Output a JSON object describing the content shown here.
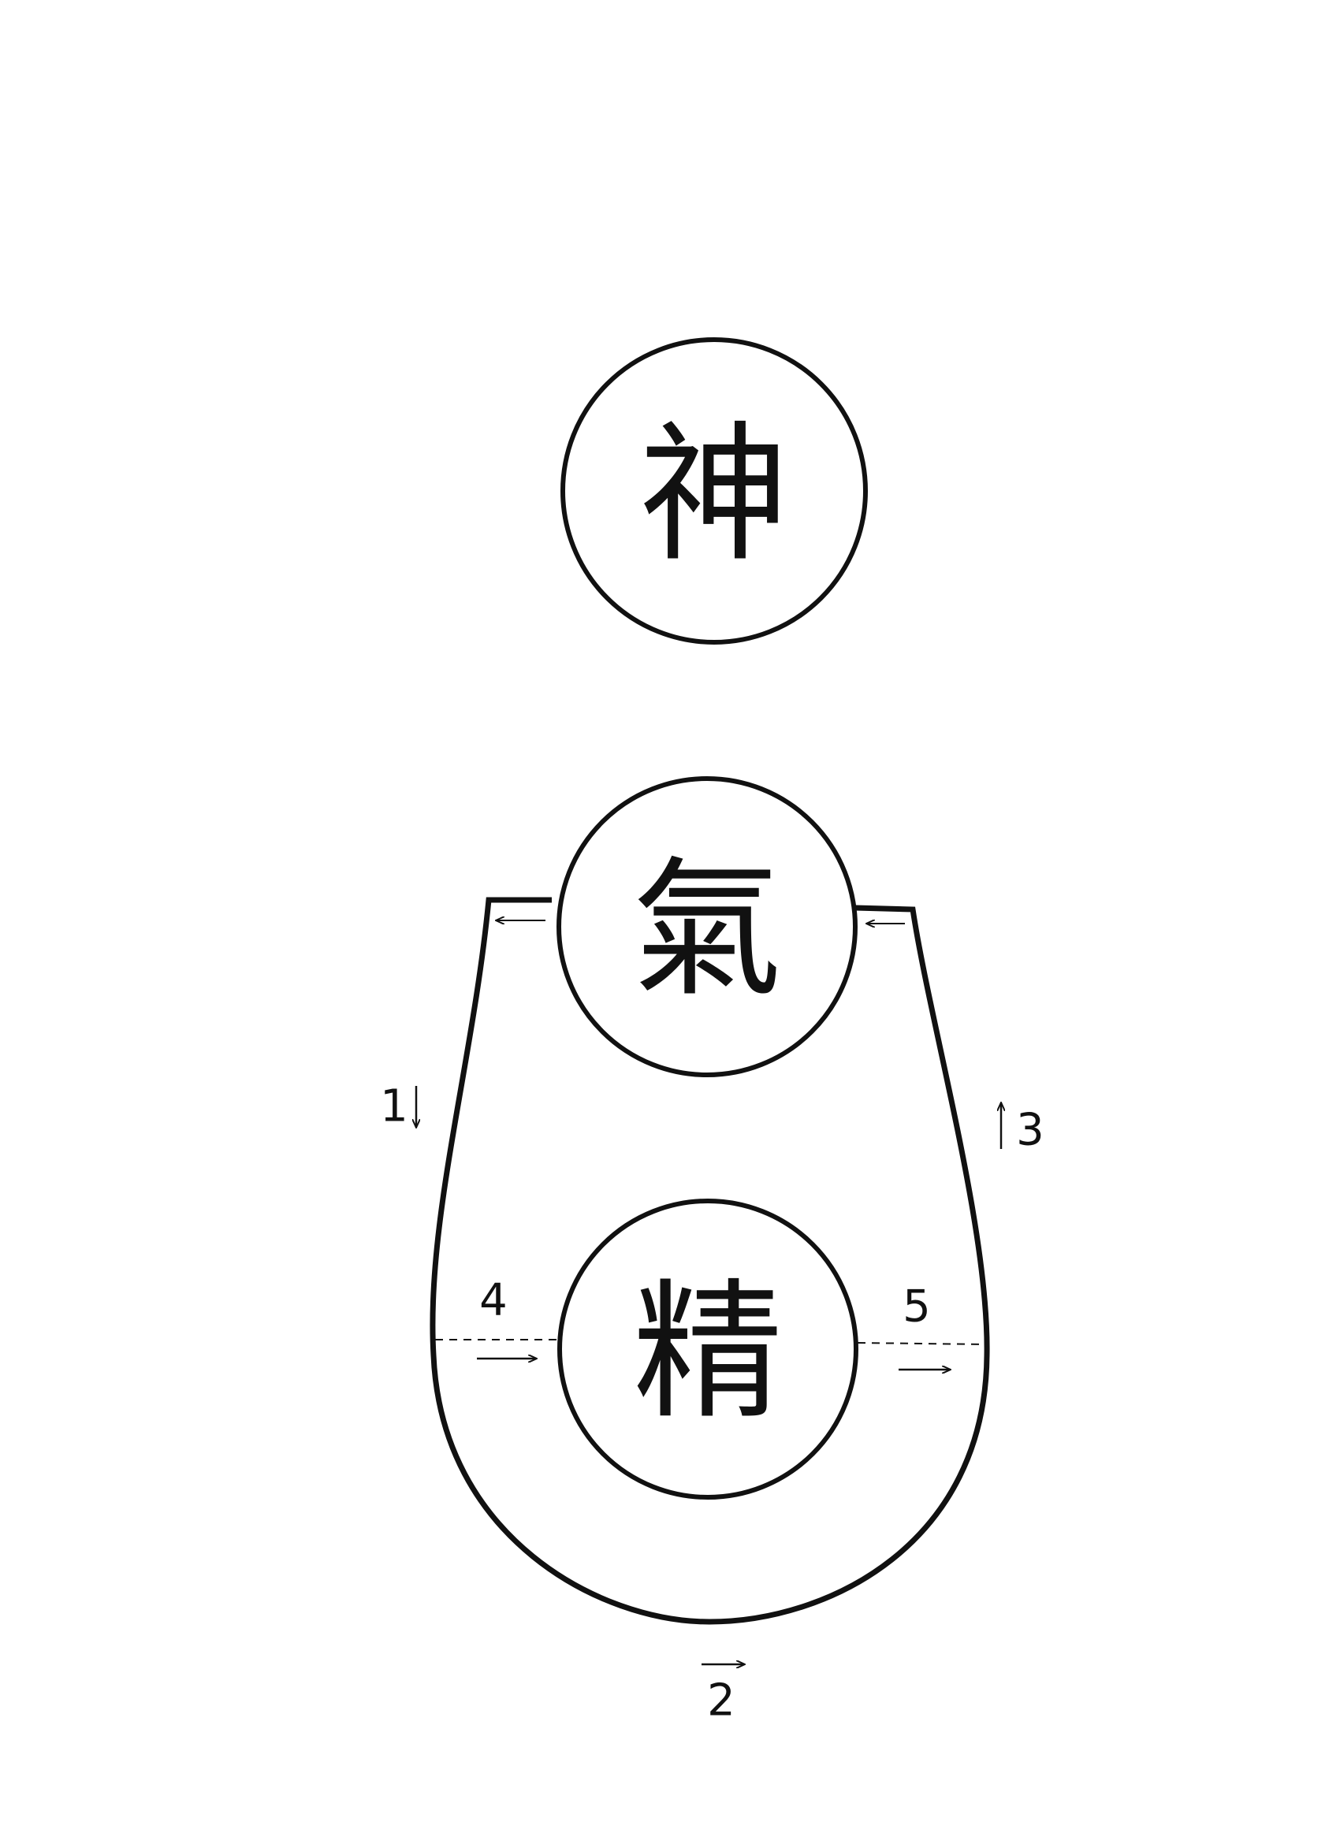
{
  "nodes": {
    "shen": {
      "char": "神"
    },
    "qi": {
      "char": "氣"
    },
    "jing": {
      "char": "精"
    }
  },
  "labels": {
    "path1": "1",
    "path2": "2",
    "path3": "3",
    "path4": "4",
    "path5": "5"
  },
  "colors": {
    "ink": "#111111",
    "background": "#ffffff"
  }
}
